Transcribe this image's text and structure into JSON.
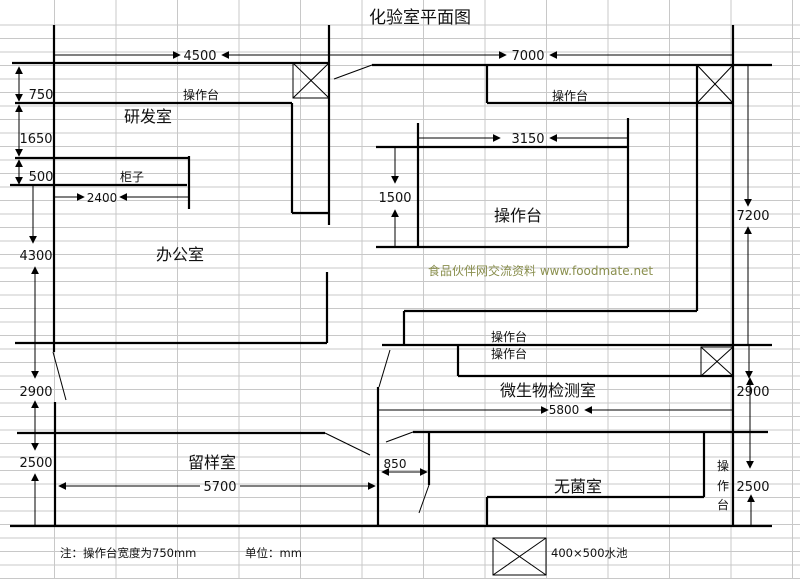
{
  "title": "化验室平面图",
  "rooms": {
    "rnd": "研发室",
    "office": "办公室",
    "sample": "留样室",
    "micro": "微生物检测室",
    "sterile": "无菌室"
  },
  "labels": {
    "cabinet": "柜子",
    "bench_rnd": "操作台",
    "bench_top_right": "操作台",
    "bench_center": "操作台",
    "bench_micro_1": "操作台",
    "bench_micro_2": "操作台",
    "bench_vertical": [
      "操",
      "作",
      "台"
    ]
  },
  "dimensions": {
    "d4500": "4500",
    "d7000": "7000",
    "d750": "750",
    "d1650": "1650",
    "d500": "500",
    "d2400": "2400",
    "d4300": "4300",
    "d2900_left": "2900",
    "d2500_left": "2500",
    "d5700": "5700",
    "d850": "850",
    "d3150": "3150",
    "d1500": "1500",
    "d7200": "7200",
    "d5800": "5800",
    "d2900_right": "2900",
    "d2500_right": "2500"
  },
  "watermark": "食品伙伴网交流资料 www.foodmate.net",
  "notes": {
    "bench_width": "注：操作台宽度为750mm",
    "unit": "单位：mm",
    "sink_legend": "400×500水池"
  }
}
